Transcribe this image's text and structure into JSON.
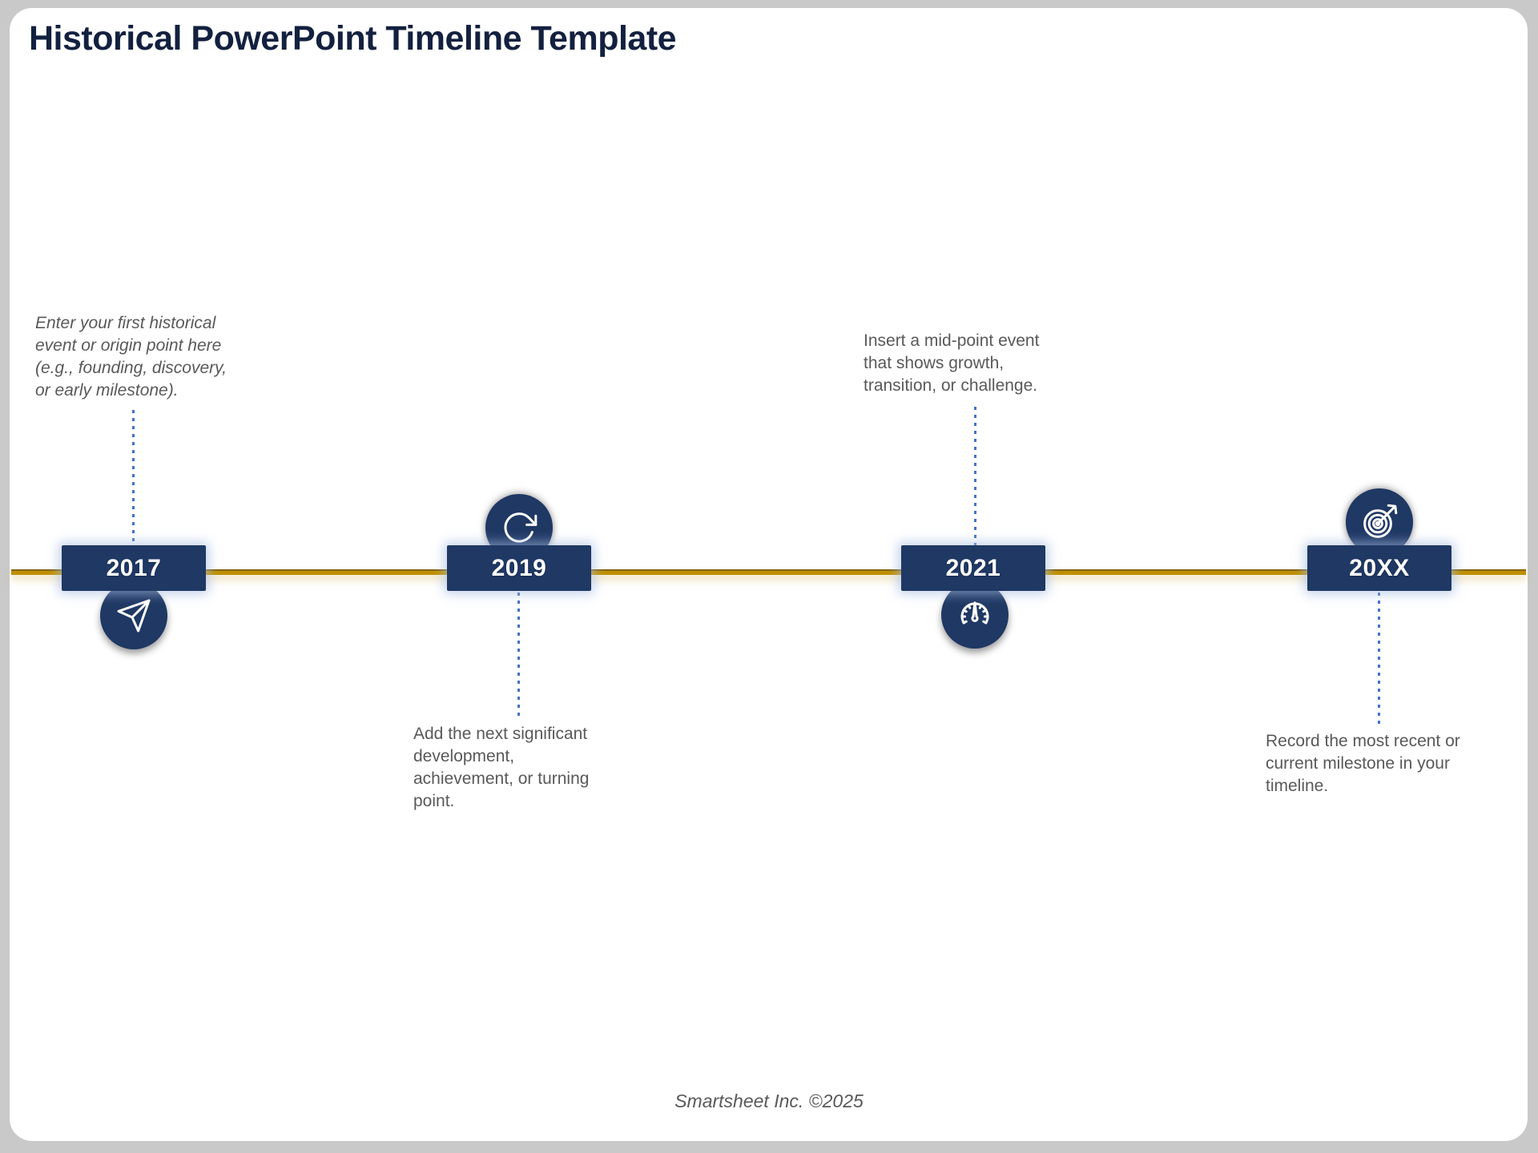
{
  "title": "Historical PowerPoint Timeline Template",
  "footer": "Smartsheet Inc. ©2025",
  "colors": {
    "navy": "#1f3864",
    "title_navy": "#13203f",
    "gold_line": "#bf8f00",
    "connector_blue": "#4472c4",
    "body_gray": "#595959",
    "card_background": "#ffffff",
    "page_border": "#c9c9c9"
  },
  "milestones": [
    {
      "year": "2017",
      "icon": "paper-plane-icon",
      "icon_position": "below-line",
      "text_position": "above-line",
      "text": "Enter your first historical event or origin point here (e.g., founding, discovery, or early milestone).",
      "text_lines": [
        "Enter your first historical",
        "event or origin point here",
        "(e.g., founding, discovery,",
        "or early milestone)."
      ]
    },
    {
      "year": "2019",
      "icon": "refresh-icon",
      "icon_position": "above-line",
      "text_position": "below-line",
      "text": "Add the next significant development, achievement, or turning point.",
      "text_lines": [
        "Add the next significant",
        "development,",
        "achievement, or turning",
        "point."
      ]
    },
    {
      "year": "2021",
      "icon": "gauge-icon",
      "icon_position": "below-line",
      "text_position": "above-line",
      "text": "Insert a mid-point event that shows growth, transition, or challenge.",
      "text_lines": [
        "Insert a mid-point event",
        "that shows growth,",
        "transition, or challenge."
      ]
    },
    {
      "year": "20XX",
      "icon": "target-icon",
      "icon_position": "above-line",
      "text_position": "below-line",
      "text": "Record the most recent or current milestone in your timeline.",
      "text_lines": [
        "Record the most recent or",
        "current milestone in your",
        "timeline."
      ]
    }
  ]
}
